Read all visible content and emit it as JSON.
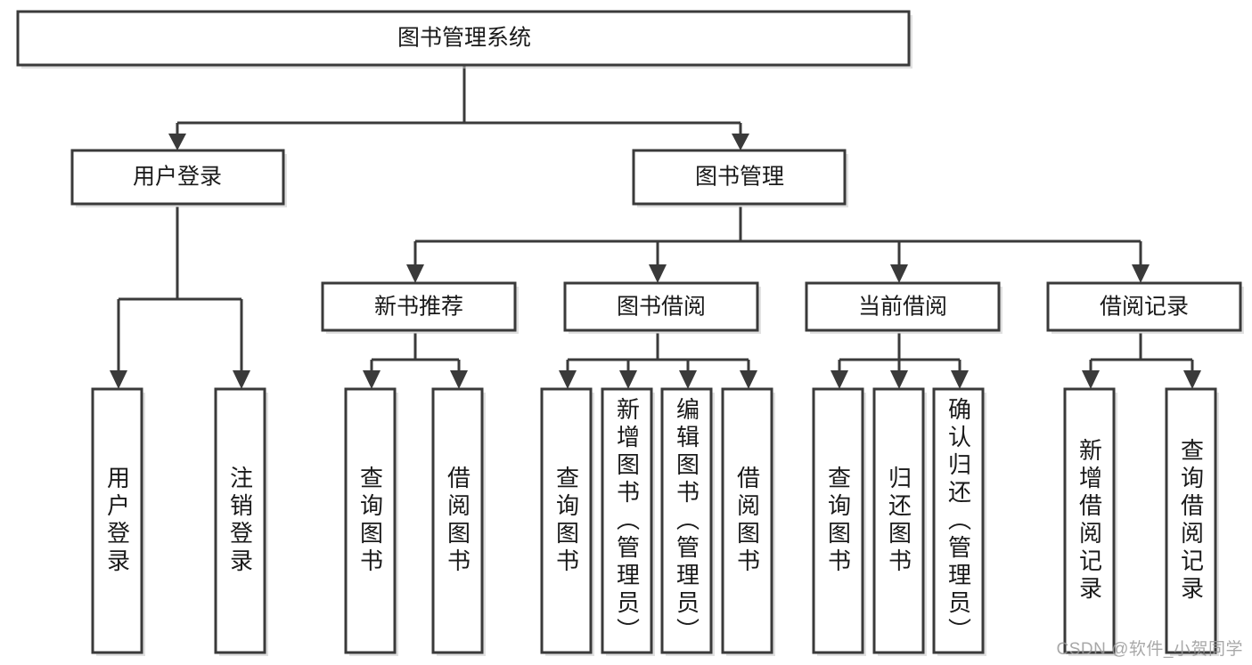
{
  "diagram": {
    "title": "图书管理系统",
    "type": "tree",
    "watermark": "CSDN @软件_小贺同学",
    "colors": {
      "box_stroke": "#3a3a3a",
      "box_fill": "#ffffff",
      "text": "#1a1a1a",
      "background": "#ffffff",
      "watermark": "#9a9a9a"
    },
    "nodes": {
      "root": {
        "id": "root",
        "label": "图书管理系统",
        "level": 0,
        "orientation": "horizontal"
      },
      "l1": [
        {
          "id": "user-login",
          "label": "用户登录",
          "level": 1,
          "orientation": "horizontal"
        },
        {
          "id": "book-manage",
          "label": "图书管理",
          "level": 1,
          "orientation": "horizontal"
        }
      ],
      "l2": [
        {
          "id": "new-book-rec",
          "label": "新书推荐",
          "level": 2,
          "orientation": "horizontal",
          "parent": "book-manage"
        },
        {
          "id": "book-borrow",
          "label": "图书借阅",
          "level": 2,
          "orientation": "horizontal",
          "parent": "book-manage"
        },
        {
          "id": "current-borrow",
          "label": "当前借阅",
          "level": 2,
          "orientation": "horizontal",
          "parent": "book-manage"
        },
        {
          "id": "borrow-record",
          "label": "借阅记录",
          "level": 2,
          "orientation": "horizontal",
          "parent": "book-manage"
        }
      ],
      "leaves": [
        {
          "id": "leaf-user-login",
          "label": "用户登录",
          "parent": "user-login",
          "orientation": "vertical"
        },
        {
          "id": "leaf-logout-login",
          "label": "注销登录",
          "parent": "user-login",
          "orientation": "vertical"
        },
        {
          "id": "leaf-query-book-rec",
          "label": "查询图书",
          "parent": "new-book-rec",
          "orientation": "vertical"
        },
        {
          "id": "leaf-borrow-book-rec",
          "label": "借阅图书",
          "parent": "new-book-rec",
          "orientation": "vertical"
        },
        {
          "id": "leaf-query-book-borrow",
          "label": "查询图书",
          "parent": "book-borrow",
          "orientation": "vertical"
        },
        {
          "id": "leaf-add-book",
          "label": "新增图书（管理员）",
          "parent": "book-borrow",
          "orientation": "vertical"
        },
        {
          "id": "leaf-edit-book",
          "label": "编辑图书（管理员）",
          "parent": "book-borrow",
          "orientation": "vertical"
        },
        {
          "id": "leaf-borrow-book",
          "label": "借阅图书",
          "parent": "book-borrow",
          "orientation": "vertical"
        },
        {
          "id": "leaf-query-book-current",
          "label": "查询图书",
          "parent": "current-borrow",
          "orientation": "vertical"
        },
        {
          "id": "leaf-return-book",
          "label": "归还图书",
          "parent": "current-borrow",
          "orientation": "vertical"
        },
        {
          "id": "leaf-confirm-return",
          "label": "确认归还（管理员）",
          "parent": "current-borrow",
          "orientation": "vertical"
        },
        {
          "id": "leaf-add-record",
          "label": "新增借阅记录",
          "parent": "borrow-record",
          "orientation": "vertical"
        },
        {
          "id": "leaf-query-record",
          "label": "查询借阅记录",
          "parent": "borrow-record",
          "orientation": "vertical"
        }
      ]
    }
  }
}
